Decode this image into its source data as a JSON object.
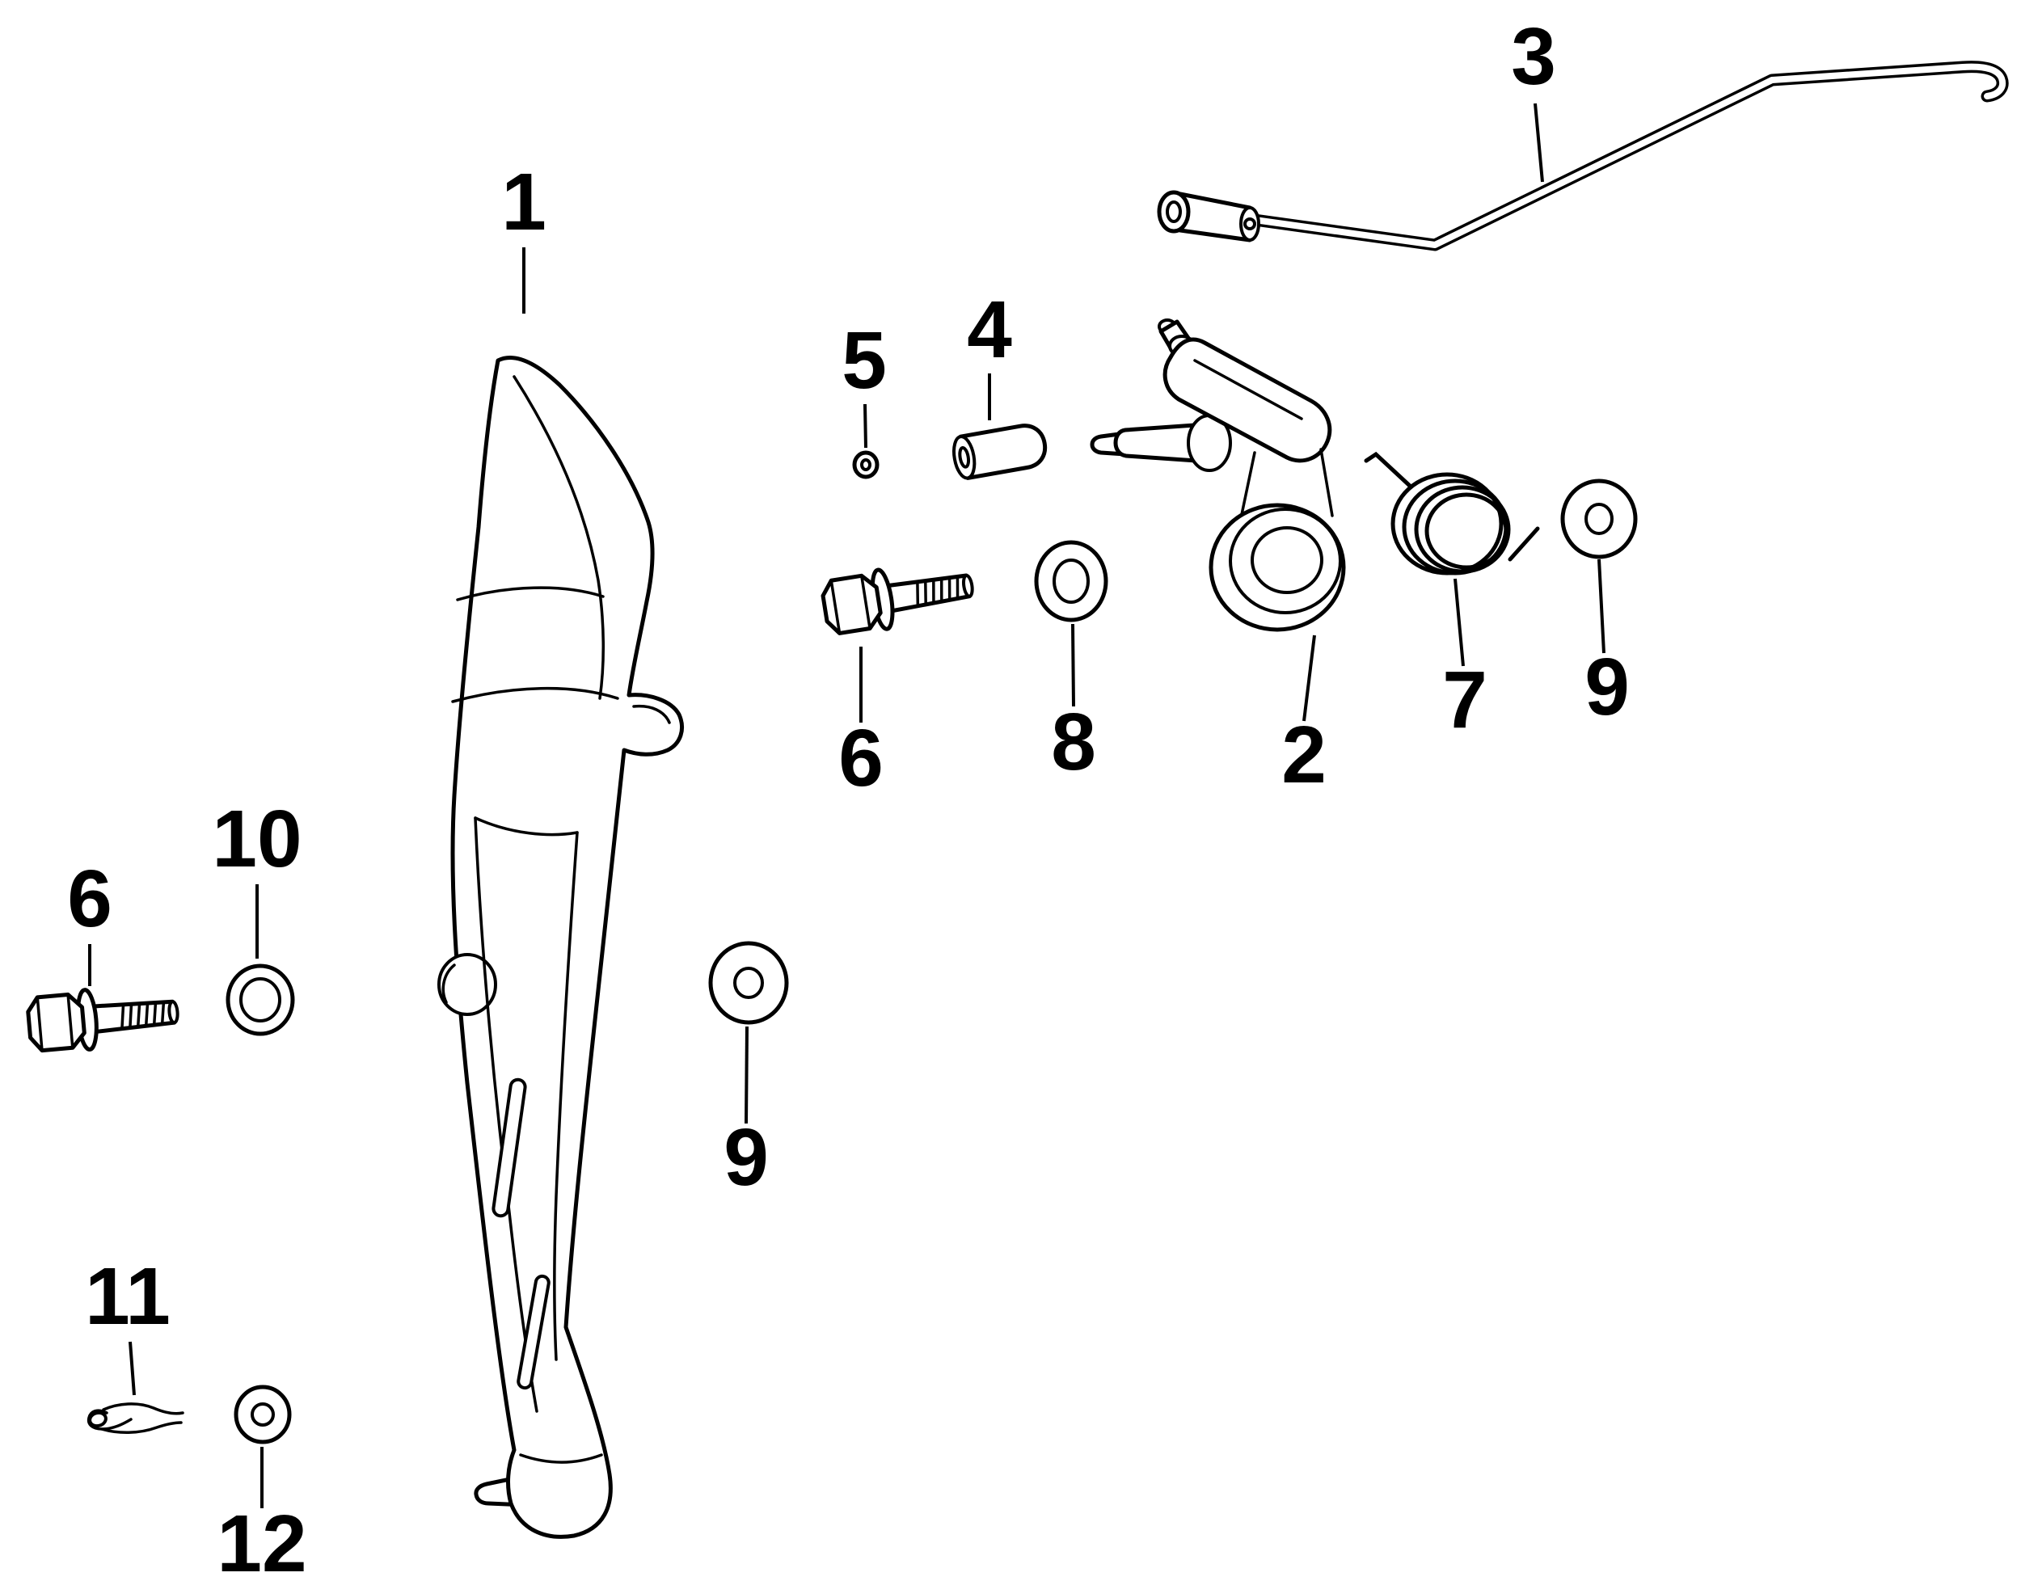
{
  "diagram": {
    "background_color": "#ffffff",
    "line_color": "#000000",
    "callouts": {
      "c1": "1",
      "c2": "2",
      "c3": "3",
      "c4": "4",
      "c5": "5",
      "c6_center": "6",
      "c6_left": "6",
      "c7": "7",
      "c8": "8",
      "c9_right": "9",
      "c9_center": "9",
      "c10": "10",
      "c11": "11",
      "c12": "12"
    }
  }
}
